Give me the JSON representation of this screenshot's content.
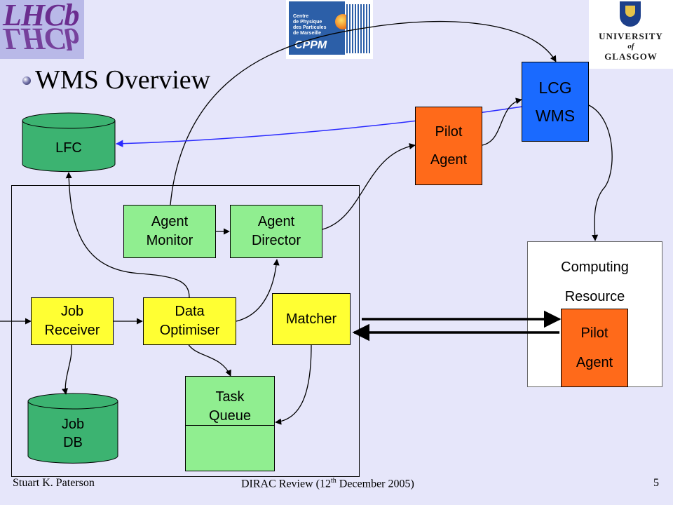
{
  "logos": {
    "lhcb": "LHCb",
    "cppm": {
      "lines": [
        "Centre",
        "de Physique",
        "des Particules",
        "de Marseille"
      ],
      "acronym": "CPPM"
    },
    "glasgow": {
      "line1": "UNIVERSITY",
      "line2": "of",
      "line3": "GLASGOW"
    }
  },
  "title": "WMS Overview",
  "nodes": {
    "lfc": "LFC",
    "lcg_wms": [
      "LCG",
      "WMS"
    ],
    "pilot_agent_top": [
      "Pilot",
      "Agent"
    ],
    "agent_monitor": [
      "Agent",
      "Monitor"
    ],
    "agent_director": [
      "Agent",
      "Director"
    ],
    "job_receiver": [
      "Job",
      "Receiver"
    ],
    "data_optimiser": [
      "Data",
      "Optimiser"
    ],
    "matcher": "Matcher",
    "task_queue": [
      "Task",
      "Queue"
    ],
    "job_db": [
      "Job",
      "DB"
    ],
    "computing_resource": [
      "Computing",
      "Resource"
    ],
    "pilot_agent_cr": [
      "Pilot",
      "Agent"
    ]
  },
  "colors": {
    "background": "#e6e6fa",
    "green": "#90ee90",
    "yellow": "#ffff33",
    "orange": "#ff6a1a",
    "blue": "#1a6aff",
    "blue_arrow": "#2a2aff"
  },
  "footer": {
    "author": "Stuart K. Paterson",
    "event_prefix": "DIRAC Review (12",
    "event_sup": "th",
    "event_suffix": " December 2005)",
    "page": "5"
  }
}
